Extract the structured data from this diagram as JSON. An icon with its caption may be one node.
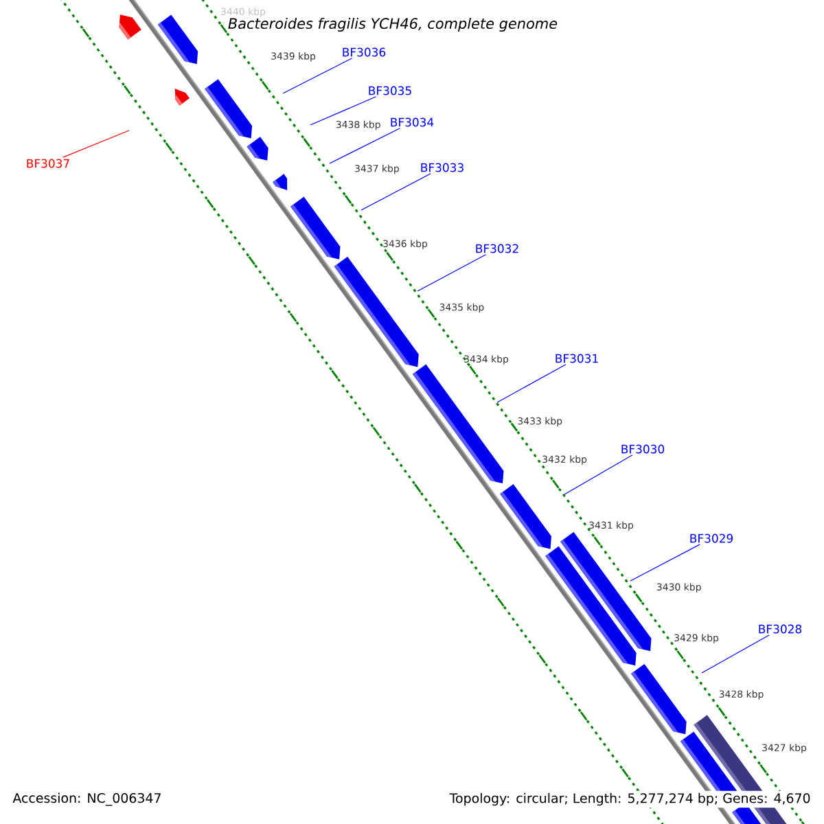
{
  "diagram": {
    "title": "Bacteroides fragilis YCH46, complete genome",
    "nodes": [
      {
        "text": [
          "BF3036"
        ]
      },
      {
        "text": [
          "BF3035"
        ]
      },
      {
        "text": [
          "BF3034"
        ]
      },
      {
        "text": [
          "BF3037"
        ]
      },
      {
        "text": [
          "BF3033"
        ]
      },
      {
        "text": [
          "BF3032"
        ]
      },
      {
        "text": [
          "BF3031"
        ]
      },
      {
        "text": [
          "BF3030"
        ]
      },
      {
        "text": [
          "BF3029"
        ]
      },
      {
        "text": [
          "BF3028"
        ]
      }
    ],
    "edges": [
      {
        "from": 0,
        "to": null,
        "arrow": "none"
      },
      {
        "from": 1,
        "to": null,
        "arrow": "none"
      },
      {
        "from": 2,
        "to": null,
        "arrow": "none"
      },
      {
        "from": 3,
        "to": null,
        "arrow": "none",
        "color": "#ff0000"
      },
      {
        "from": 4,
        "to": null,
        "arrow": "none"
      },
      {
        "from": 5,
        "to": null,
        "arrow": "none"
      },
      {
        "from": 6,
        "to": null,
        "arrow": "none"
      },
      {
        "from": 7,
        "to": null,
        "arrow": "none"
      },
      {
        "from": 8,
        "to": null,
        "arrow": "none"
      },
      {
        "from": 9,
        "to": null,
        "arrow": "none"
      }
    ],
    "labels": [
      "3440 kbp",
      "3439 kbp",
      "3438 kbp",
      "3437 kbp",
      "3436 kbp",
      "3435 kbp",
      "3434 kbp",
      "3433 kbp",
      "3432 kbp",
      "3431 kbp",
      "3430 kbp",
      "3429 kbp",
      "3428 kbp",
      "3427 kbp",
      "Accession: NC_006347",
      "Topology: circular; Length: 5,277,274 bp; Genes: 4,670"
    ]
  }
}
